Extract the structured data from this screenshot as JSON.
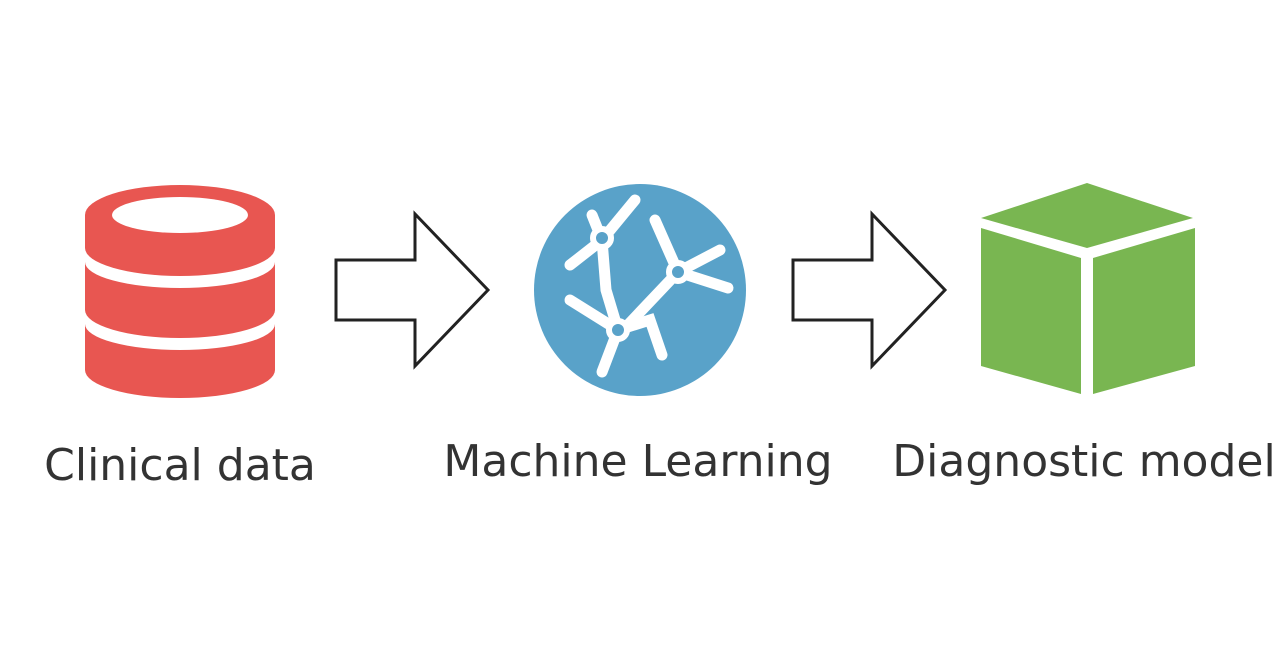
{
  "steps": [
    {
      "label": "Clinical data",
      "icon": "database-icon",
      "color": "#E85651"
    },
    {
      "label": "Machine Learning",
      "icon": "neural-network-icon",
      "color": "#59A2C9"
    },
    {
      "label": "Diagnostic model",
      "icon": "cube-icon",
      "color": "#79B651"
    }
  ],
  "connector": {
    "icon": "arrow-right-icon",
    "stroke": "#222222",
    "fill": "#ffffff"
  }
}
